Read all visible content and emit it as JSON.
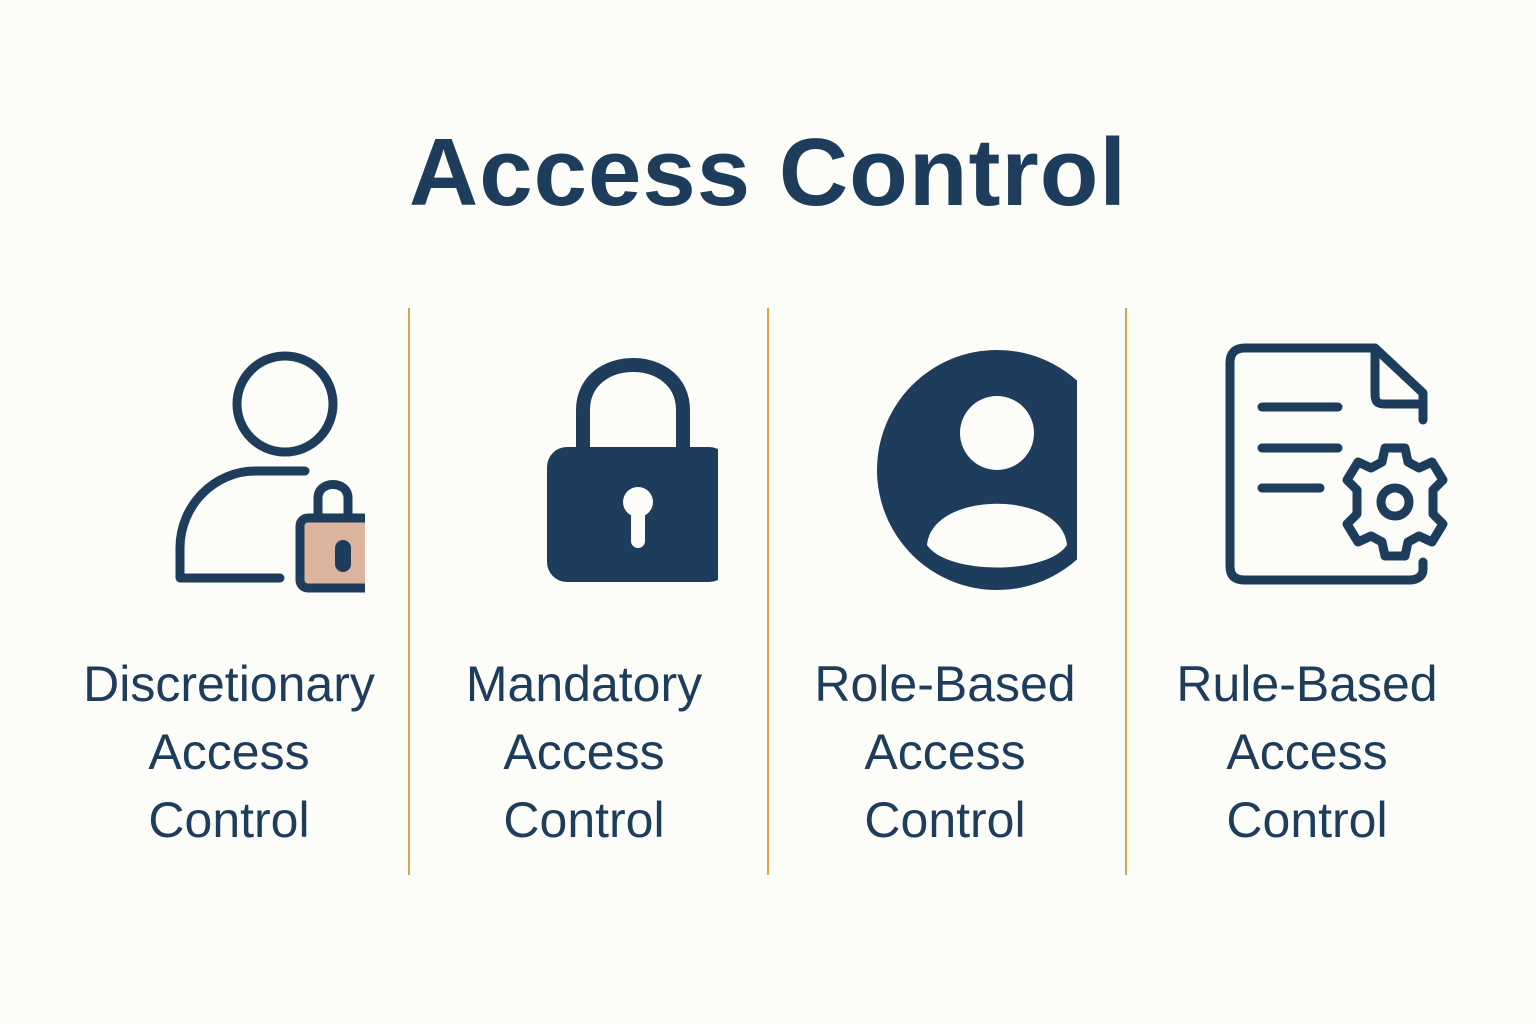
{
  "title": "Access Control",
  "colors": {
    "primary": "#1e3d5c",
    "accent_divider": "#e0a050",
    "lock_fill": "#dcb39c",
    "background": "#fcfcf8"
  },
  "models": [
    {
      "icon": "user-lock-icon",
      "line1": "Discretionary",
      "line2": "Access",
      "line3": "Control"
    },
    {
      "icon": "padlock-icon",
      "line1": "Mandatory",
      "line2": "Access",
      "line3": "Control"
    },
    {
      "icon": "user-circle-icon",
      "line1": "Role-Based",
      "line2": "Access",
      "line3": "Control"
    },
    {
      "icon": "document-gear-icon",
      "line1": "Rule-Based",
      "line2": "Access",
      "line3": "Control"
    }
  ]
}
